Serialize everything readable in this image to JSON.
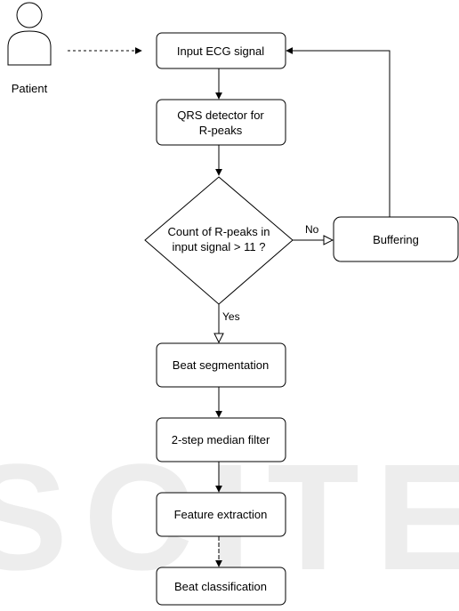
{
  "diagram": {
    "actor": {
      "label": "Patient"
    },
    "nodes": {
      "input": "Input ECG signal",
      "qrs_line1": "QRS detector for",
      "qrs_line2": "R-peaks",
      "decision_line1": "Count of R-peaks in",
      "decision_line2": "input signal > 11 ?",
      "buffering": "Buffering",
      "segmentation": "Beat segmentation",
      "median": "2-step median filter",
      "features": "Feature extraction",
      "classification": "Beat classification"
    },
    "edges": {
      "no_label": "No",
      "yes_label": "Yes"
    },
    "watermark": {
      "text": "SCITE",
      "color": "#e6e6e6"
    },
    "colors": {
      "stroke": "#000000",
      "fill": "#ffffff",
      "text": "#000000"
    }
  }
}
